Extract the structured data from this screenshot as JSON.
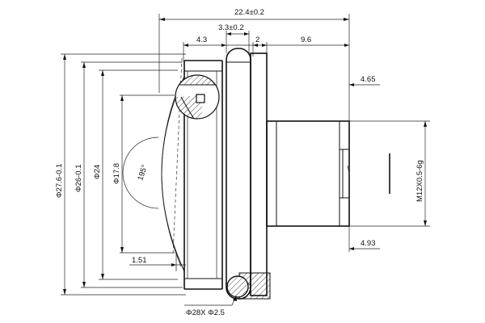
{
  "dimensions": {
    "overall_length": "22.4±0.2",
    "flange_width": "3.3±0.2",
    "front_length": "4.3",
    "gap": "2",
    "mount_length": "9.6",
    "top_offset": "4.65",
    "bottom_offset": "4.93",
    "fov_label": "195°",
    "thread": "M12X0.5-6g",
    "front_offset": "1.51",
    "d_outer": "Φ27.6-0.1",
    "d_body": "Φ26-0.1",
    "d_24": "Φ24",
    "d_17_8": "Φ17.8",
    "oring": "Φ28X Φ2.5"
  }
}
